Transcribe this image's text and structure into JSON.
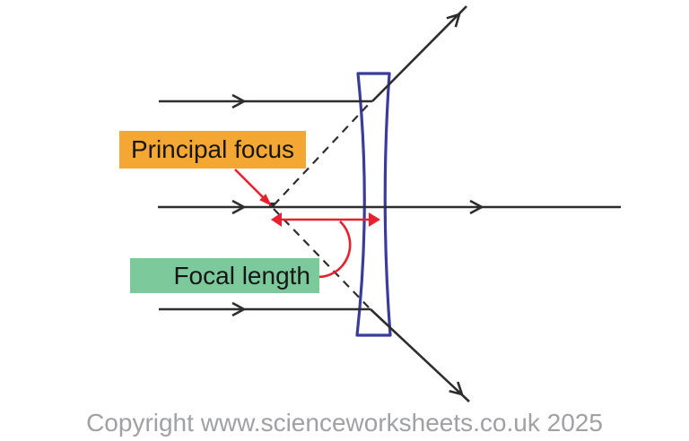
{
  "diagram": {
    "title_hint": "diverging-lens-ray-diagram",
    "labels": {
      "principal_focus": "Principal focus",
      "focal_length": "Focal length"
    },
    "footer": {
      "copyright": "Copyright www.scienceworksheets.co.uk 2025"
    },
    "colors": {
      "label_principal_focus_bg": "#f5a733",
      "label_focal_length_bg": "#7cc99c",
      "lens_stroke": "#3b3b9c",
      "ray_stroke": "#2d2d2d",
      "annotation_red": "#e8212e",
      "copyright_gray": "#9fa1a4",
      "page_bg": "#ffffff"
    },
    "icons": [
      {
        "name": "concave-lens-shape"
      },
      {
        "name": "focus-point-marker"
      },
      {
        "name": "focal-length-double-arrow"
      },
      {
        "name": "principal-focus-pointer-arrow"
      },
      {
        "name": "focal-length-leader-arc"
      }
    ]
  }
}
